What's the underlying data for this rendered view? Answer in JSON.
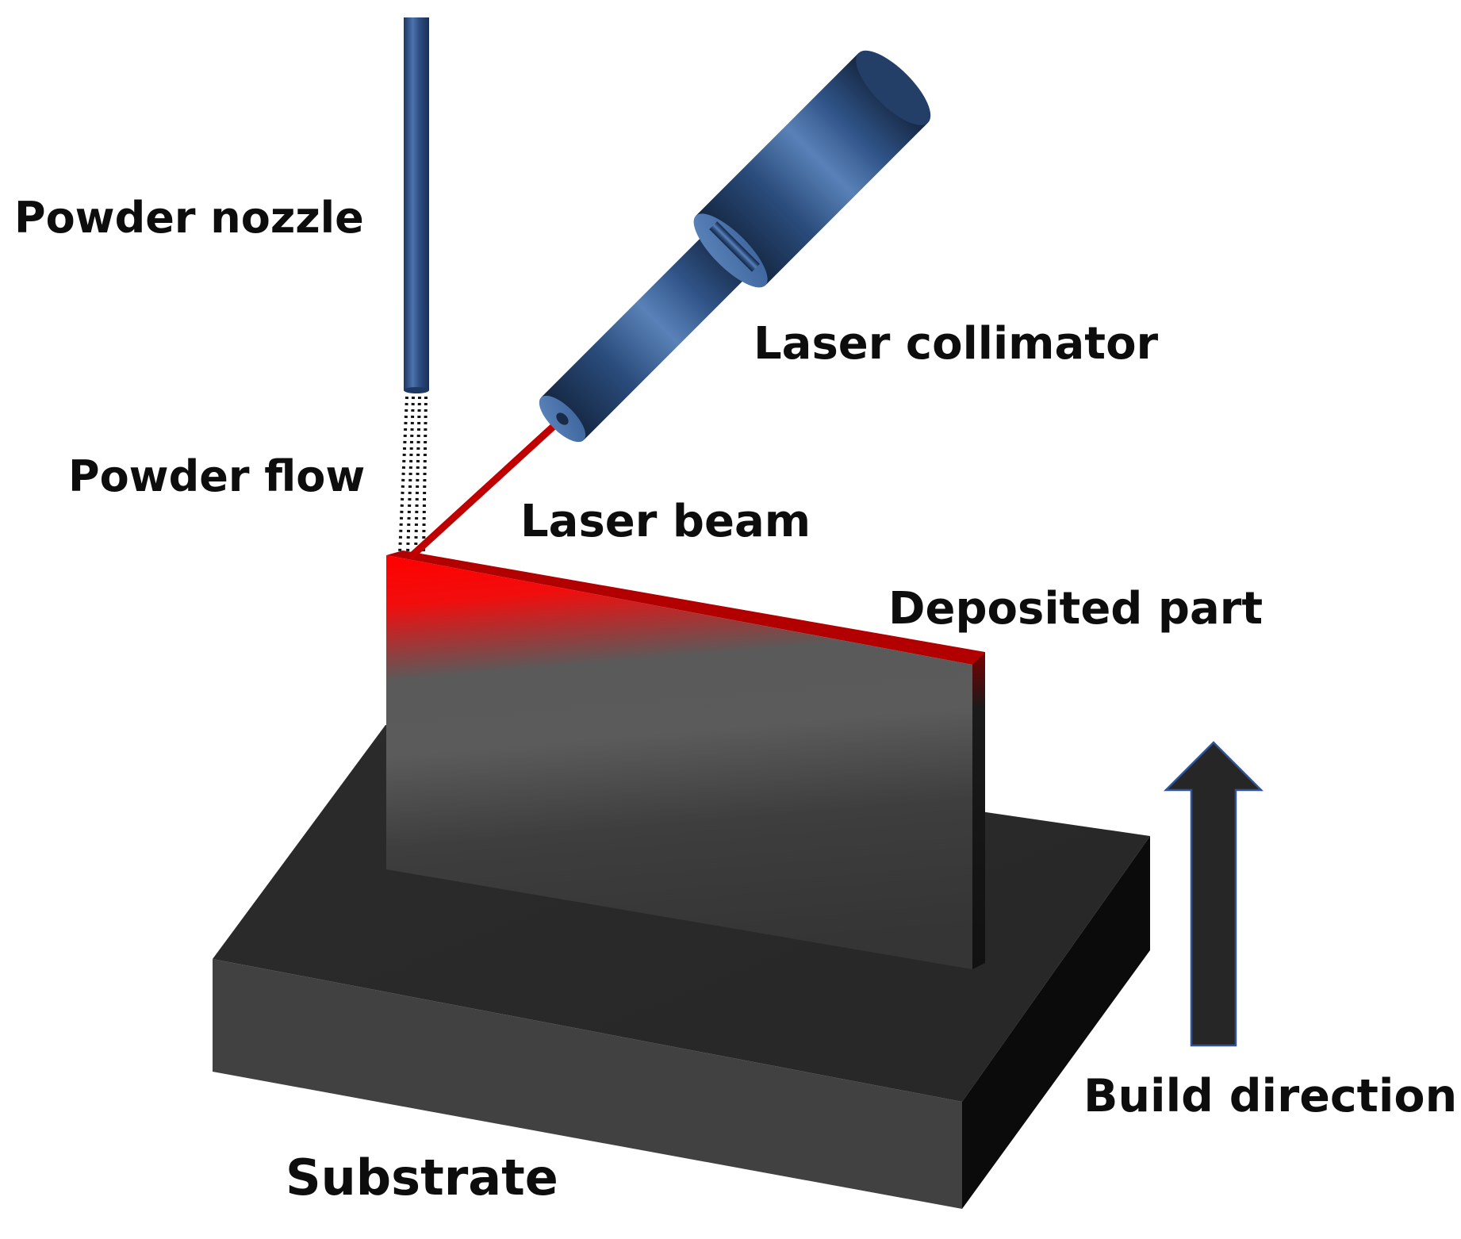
{
  "labels": {
    "powder_nozzle": "Powder nozzle",
    "laser_collimator": "Laser collimator",
    "powder_flow": "Powder flow",
    "laser_beam": "Laser beam",
    "deposited_part": "Deposited part",
    "build_direction": "Build direction",
    "substrate": "Substrate"
  },
  "colors": {
    "nozzle_blue": "#2e4f86",
    "collimator_blue": "#2a4c7c",
    "laser_red": "#d60000",
    "part_gray": "#5a5a5a",
    "substrate_top": "#2c2c2c",
    "substrate_front": "#414141",
    "substrate_side": "#0a0a0a",
    "arrow_fill": "#262626",
    "arrow_stroke": "#2f5597"
  },
  "icons": {
    "nozzle": "powder-nozzle-icon",
    "collimator": "laser-collimator-icon",
    "beam": "laser-beam-icon",
    "part": "deposited-part-icon",
    "substrate": "substrate-block-icon",
    "arrow": "build-direction-arrow-icon"
  }
}
